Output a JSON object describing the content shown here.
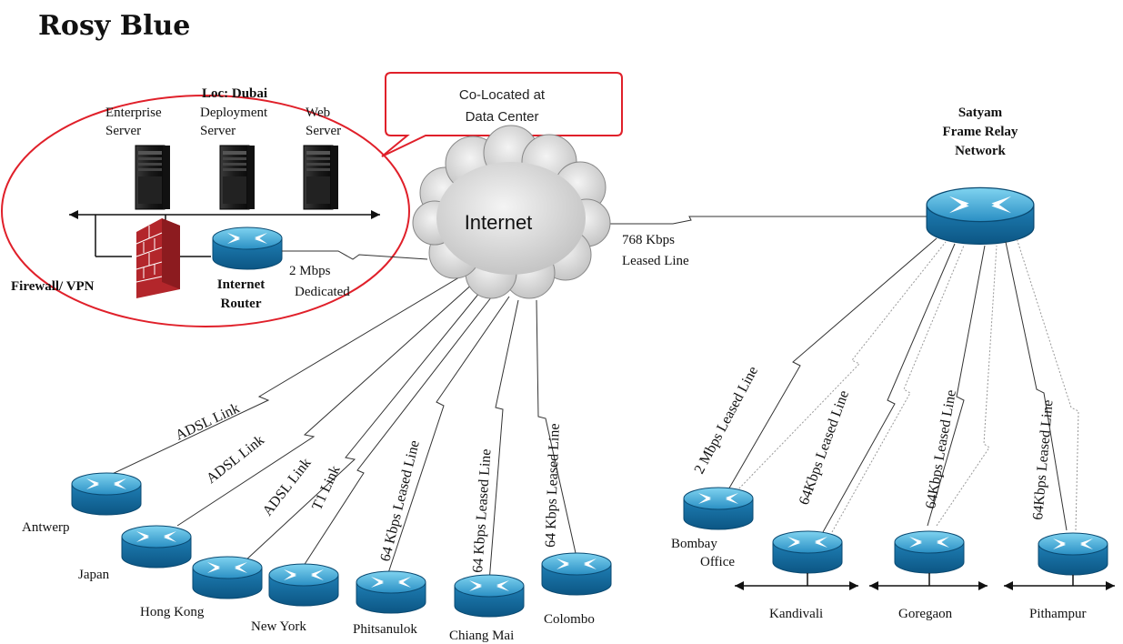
{
  "title": "Rosy Blue",
  "location_label": "Loc: Dubai",
  "callout": {
    "line1": "Co-Located at",
    "line2": "Data Center"
  },
  "servers": [
    {
      "line1": "Enterprise",
      "line2": "Server"
    },
    {
      "line1": "Deployment",
      "line2": "Server"
    },
    {
      "line1": "Web",
      "line2": "Server"
    }
  ],
  "firewall_label": "Firewall/ VPN",
  "internet_router_label": {
    "line1": "Internet",
    "line2": "Router"
  },
  "dedicated_link": {
    "line1": "2 Mbps",
    "line2": "Dedicated"
  },
  "internet_label": "Internet",
  "leased_768": {
    "line1": "768 Kbps",
    "line2": "Leased Line"
  },
  "frame_relay_label": {
    "line1": "Satyam",
    "line2": "Frame Relay",
    "line3": "Network"
  },
  "left_sites": [
    {
      "name": "Antwerp",
      "link": "ADSL Link"
    },
    {
      "name": "Japan",
      "link": "ADSL Link"
    },
    {
      "name": "Hong Kong",
      "link": "ADSL Link"
    },
    {
      "name": "New York",
      "link": "T1  Link"
    },
    {
      "name": "Phitsanulok",
      "link": "64 Kbps Leased Line"
    },
    {
      "name": "Chiang Mai",
      "link": "64 Kbps Leased Line"
    },
    {
      "name": "Colombo",
      "link": "64 Kbps Leased Line"
    }
  ],
  "right_sites": [
    {
      "name_line1": "Bombay",
      "name_line2": "Office",
      "link": "2 Mbps Leased Line"
    },
    {
      "name": "Kandivali",
      "link": "64Kbps Leased Line"
    },
    {
      "name": "Goregaon",
      "link": "64Kbps Leased Line"
    },
    {
      "name": "Pithampur",
      "link": "64Kbps Leased Line"
    }
  ]
}
